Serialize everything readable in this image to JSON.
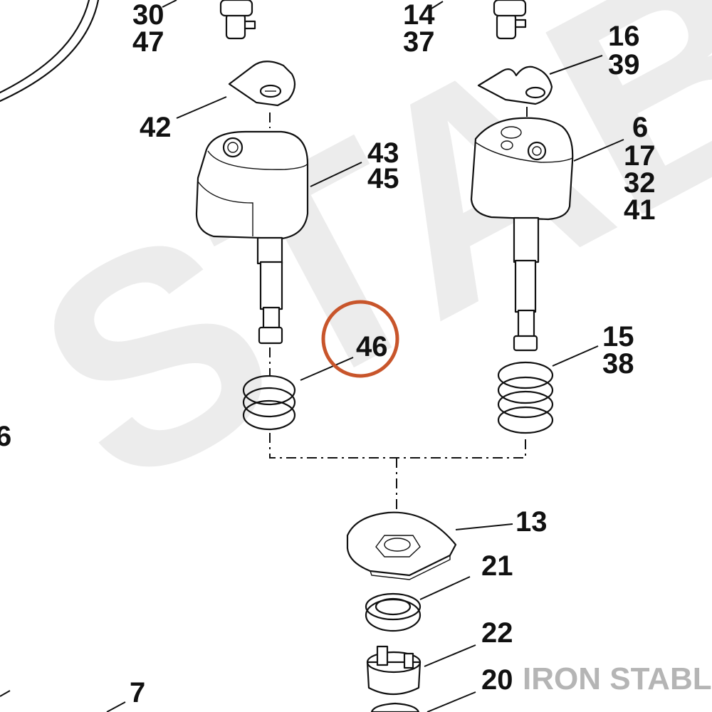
{
  "callouts": {
    "c30": "30",
    "c47": "47",
    "c14": "14",
    "c37": "37",
    "c16": "16",
    "c39": "39",
    "c42": "42",
    "c43": "43",
    "c45": "45",
    "c6": "6",
    "c17": "17",
    "c32": "32",
    "c41": "41",
    "c46": "46",
    "c15": "15",
    "c38": "38",
    "c_left_edge": "6",
    "c13": "13",
    "c21": "21",
    "c22": "22",
    "c20": "20",
    "c7": "7"
  },
  "watermark": "STABLE",
  "brand": "IRON STABLE",
  "colors": {
    "highlight_circle": "#c8552b",
    "watermark": "#ececec",
    "brand": "#b5b5b5",
    "ink": "#111111"
  },
  "highlighted_part": "46"
}
